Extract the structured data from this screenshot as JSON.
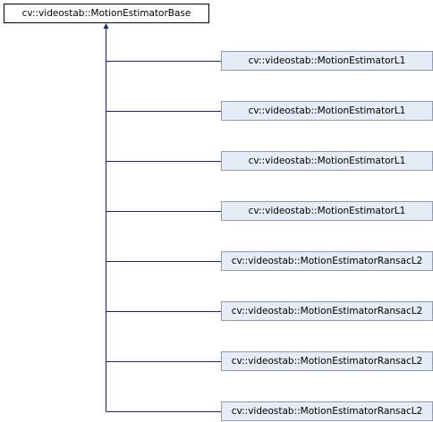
{
  "diagram": {
    "base_class": {
      "label": "cv::videostab::MotionEstimatorBase"
    },
    "derived_classes": [
      {
        "label": "cv::videostab::MotionEstimatorL1"
      },
      {
        "label": "cv::videostab::MotionEstimatorL1"
      },
      {
        "label": "cv::videostab::MotionEstimatorL1"
      },
      {
        "label": "cv::videostab::MotionEstimatorL1"
      },
      {
        "label": "cv::videostab::MotionEstimatorRansacL2"
      },
      {
        "label": "cv::videostab::MotionEstimatorRansacL2"
      },
      {
        "label": "cv::videostab::MotionEstimatorRansacL2"
      },
      {
        "label": "cv::videostab::MotionEstimatorRansacL2"
      }
    ],
    "colors": {
      "edge": "#1a237e",
      "base_fill": "#ffffff",
      "base_border": "#000000",
      "derived_fill": "#e6ecf6",
      "derived_border": "#8a9ab8"
    }
  }
}
